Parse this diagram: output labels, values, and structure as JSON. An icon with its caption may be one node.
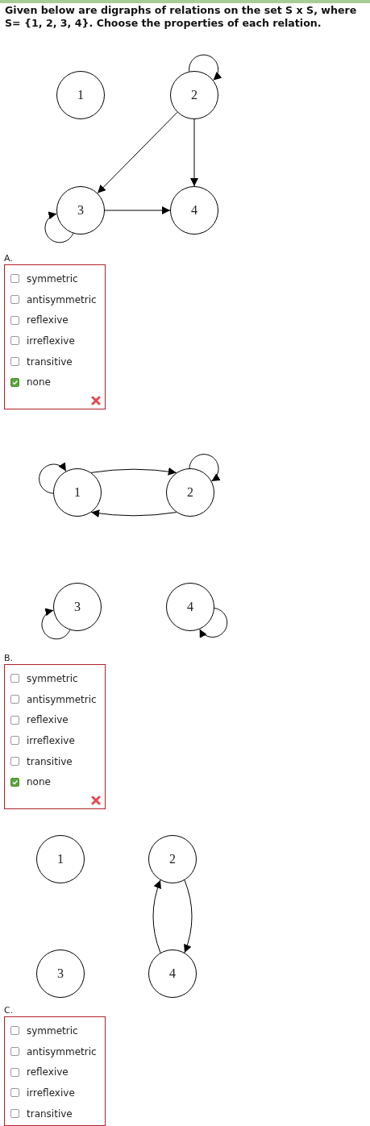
{
  "diagram": {
    "title": "Given below are digraphs of relations on the set S x S, where S= {1, 2, 3, 4}. Choose the properties of each relation.",
    "nodes": [
      {
        "text": [
          "1"
        ]
      },
      {
        "text": [
          "2"
        ]
      },
      {
        "text": [
          "3"
        ]
      },
      {
        "text": [
          "4"
        ]
      },
      {
        "text": [
          "A.",
          "symmetric",
          "antisymmetric",
          "reflexive",
          "irreflexive",
          "transitive",
          "none"
        ]
      },
      {
        "text": [
          "1"
        ]
      },
      {
        "text": [
          "2"
        ]
      },
      {
        "text": [
          "3"
        ]
      },
      {
        "text": [
          "4"
        ]
      },
      {
        "text": [
          "B.",
          "symmetric",
          "antisymmetric",
          "reflexive",
          "irreflexive",
          "transitive",
          "none"
        ]
      },
      {
        "text": [
          "1"
        ]
      },
      {
        "text": [
          "2"
        ]
      },
      {
        "text": [
          "3"
        ]
      },
      {
        "text": [
          "4"
        ]
      },
      {
        "text": [
          "C.",
          "symmetric",
          "antisymmetric",
          "reflexive",
          "irreflexive",
          "transitive"
        ]
      }
    ],
    "edges": [
      {
        "from": 1,
        "to": 1,
        "arrow": "to"
      },
      {
        "from": 1,
        "to": 2,
        "arrow": "to"
      },
      {
        "from": 1,
        "to": 3,
        "arrow": "to"
      },
      {
        "from": 2,
        "to": 2,
        "arrow": "to"
      },
      {
        "from": 2,
        "to": 3,
        "arrow": "to"
      },
      {
        "from": 5,
        "to": 5,
        "arrow": "to"
      },
      {
        "from": 5,
        "to": 6,
        "arrow": "to"
      },
      {
        "from": 6,
        "to": 5,
        "arrow": "to"
      },
      {
        "from": 6,
        "to": 6,
        "arrow": "to"
      },
      {
        "from": 7,
        "to": 7,
        "arrow": "to"
      },
      {
        "from": 8,
        "to": 8,
        "arrow": "to"
      },
      {
        "from": 11,
        "to": 13,
        "arrow": "to"
      },
      {
        "from": 13,
        "to": 11,
        "arrow": "to"
      }
    ]
  }
}
